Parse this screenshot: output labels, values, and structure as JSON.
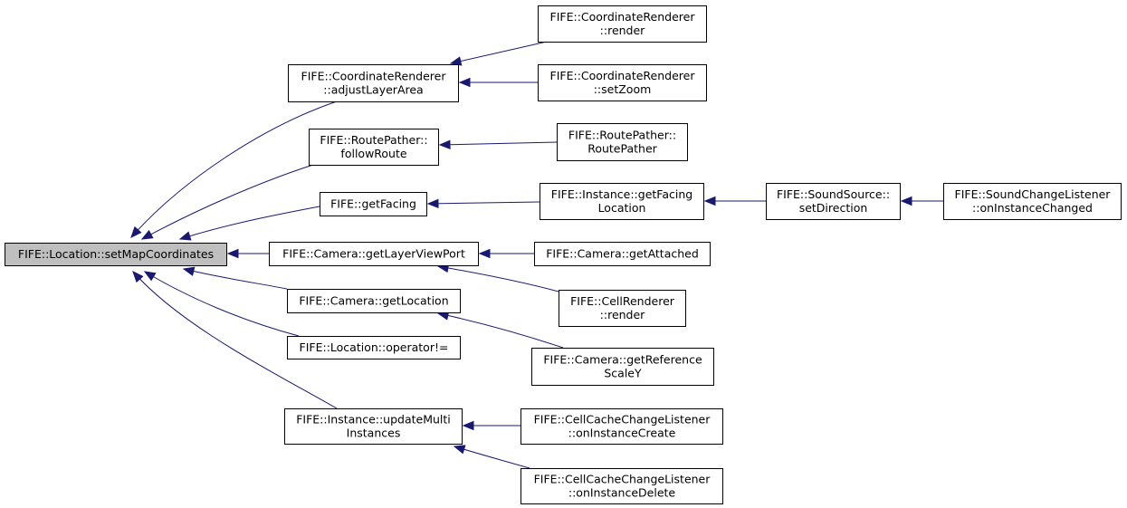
{
  "graph": {
    "nodes": [
      {
        "id": "setMapCoordinates",
        "lines": [
          "FIFE::Location::setMapCoordinates"
        ],
        "root": true
      },
      {
        "id": "adjustLayerArea",
        "lines": [
          "FIFE::CoordinateRenderer",
          "::adjustLayerArea"
        ]
      },
      {
        "id": "cr_render",
        "lines": [
          "FIFE::CoordinateRenderer",
          "::render"
        ]
      },
      {
        "id": "cr_setZoom",
        "lines": [
          "FIFE::CoordinateRenderer",
          "::setZoom"
        ]
      },
      {
        "id": "followRoute",
        "lines": [
          "FIFE::RoutePather::",
          "followRoute"
        ]
      },
      {
        "id": "routePatherCtor",
        "lines": [
          "FIFE::RoutePather::",
          "RoutePather"
        ]
      },
      {
        "id": "getFacing",
        "lines": [
          "FIFE::getFacing"
        ]
      },
      {
        "id": "getFacingLocation",
        "lines": [
          "FIFE::Instance::getFacing",
          "Location"
        ]
      },
      {
        "id": "setDirection",
        "lines": [
          "FIFE::SoundSource::",
          "setDirection"
        ]
      },
      {
        "id": "onInstanceChanged",
        "lines": [
          "FIFE::SoundChangeListener",
          "::onInstanceChanged"
        ]
      },
      {
        "id": "getLayerViewPort",
        "lines": [
          "FIFE::Camera::getLayerViewPort"
        ]
      },
      {
        "id": "getAttached",
        "lines": [
          "FIFE::Camera::getAttached"
        ]
      },
      {
        "id": "cellRender",
        "lines": [
          "FIFE::CellRenderer",
          "::render"
        ]
      },
      {
        "id": "getLocation",
        "lines": [
          "FIFE::Camera::getLocation"
        ]
      },
      {
        "id": "getReferenceScaleY",
        "lines": [
          "FIFE::Camera::getReference",
          "ScaleY"
        ]
      },
      {
        "id": "operatorNe",
        "lines": [
          "FIFE::Location::operator!="
        ]
      },
      {
        "id": "updateMulti",
        "lines": [
          "FIFE::Instance::updateMulti",
          "Instances"
        ]
      },
      {
        "id": "onInstanceCreate",
        "lines": [
          "FIFE::CellCacheChangeListener",
          "::onInstanceCreate"
        ]
      },
      {
        "id": "onInstanceDelete",
        "lines": [
          "FIFE::CellCacheChangeListener",
          "::onInstanceDelete"
        ]
      }
    ],
    "edges": [
      {
        "from": "adjustLayerArea",
        "to": "setMapCoordinates"
      },
      {
        "from": "followRoute",
        "to": "setMapCoordinates"
      },
      {
        "from": "getFacing",
        "to": "setMapCoordinates"
      },
      {
        "from": "getLayerViewPort",
        "to": "setMapCoordinates"
      },
      {
        "from": "getLocation",
        "to": "setMapCoordinates"
      },
      {
        "from": "operatorNe",
        "to": "setMapCoordinates"
      },
      {
        "from": "updateMulti",
        "to": "setMapCoordinates"
      },
      {
        "from": "cr_render",
        "to": "adjustLayerArea"
      },
      {
        "from": "cr_setZoom",
        "to": "adjustLayerArea"
      },
      {
        "from": "routePatherCtor",
        "to": "followRoute"
      },
      {
        "from": "getFacingLocation",
        "to": "getFacing"
      },
      {
        "from": "setDirection",
        "to": "getFacingLocation"
      },
      {
        "from": "onInstanceChanged",
        "to": "setDirection"
      },
      {
        "from": "getAttached",
        "to": "getLayerViewPort"
      },
      {
        "from": "cellRender",
        "to": "getLayerViewPort"
      },
      {
        "from": "getReferenceScaleY",
        "to": "getLocation"
      },
      {
        "from": "onInstanceCreate",
        "to": "updateMulti"
      },
      {
        "from": "onInstanceDelete",
        "to": "updateMulti"
      }
    ]
  }
}
